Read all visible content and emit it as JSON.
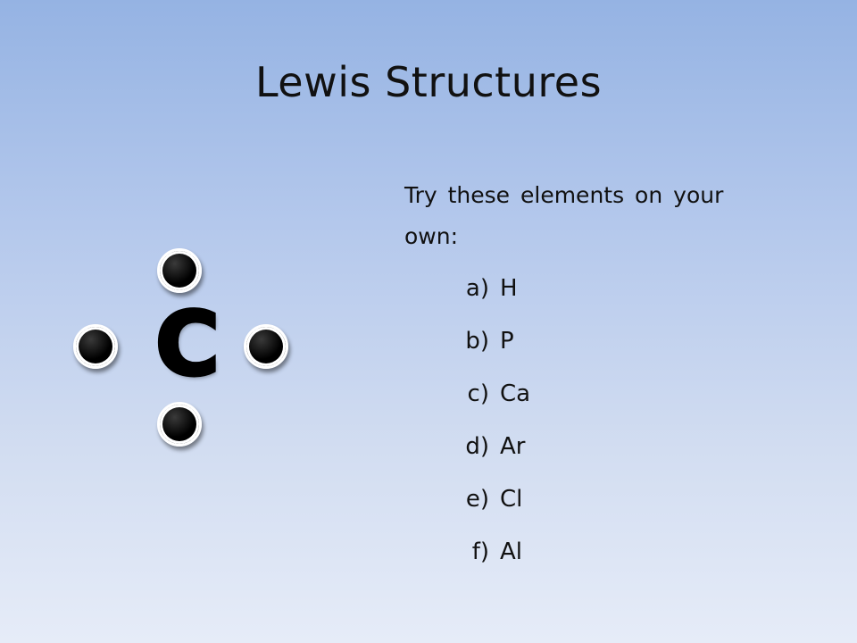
{
  "slide": {
    "title": "Lewis Structures",
    "diagram": {
      "element_symbol": "C",
      "electron_dots": 4
    },
    "prompt": "Try these elements on your own:",
    "items": [
      {
        "marker": "a)",
        "value": "H"
      },
      {
        "marker": "b)",
        "value": "P"
      },
      {
        "marker": "c)",
        "value": "Ca"
      },
      {
        "marker": "d)",
        "value": "Ar"
      },
      {
        "marker": "e)",
        "value": "Cl"
      },
      {
        "marker": "f)",
        "value": "Al"
      }
    ],
    "colors": {
      "background_top": "#95b3e3",
      "background_bottom": "#e6ecf8",
      "text": "#111111",
      "dot": "#000000"
    }
  }
}
